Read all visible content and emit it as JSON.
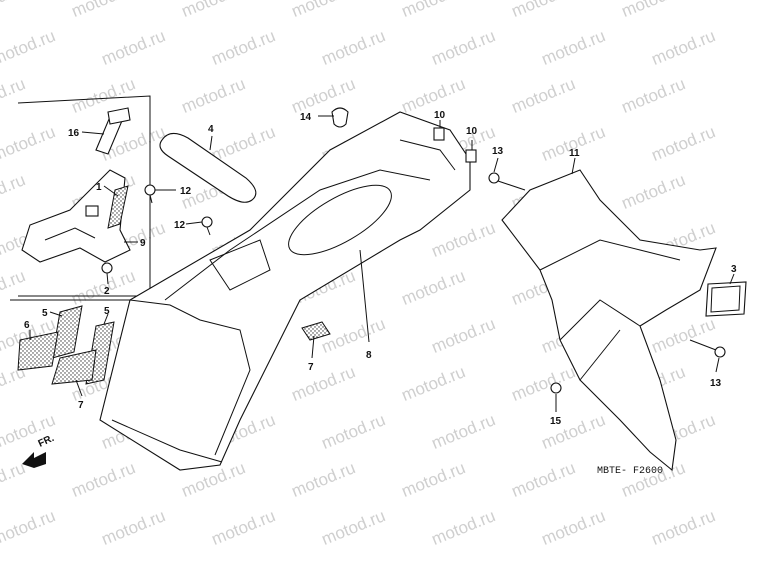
{
  "watermark_text": "motod.ru",
  "diagram_code": "MBTE- F2600",
  "front_indicator": "FR.",
  "callouts": [
    "1",
    "2",
    "3",
    "4",
    "5",
    "5",
    "6",
    "7",
    "7",
    "8",
    "9",
    "10",
    "10",
    "11",
    "12",
    "12",
    "13",
    "13",
    "14",
    "15",
    "16"
  ]
}
